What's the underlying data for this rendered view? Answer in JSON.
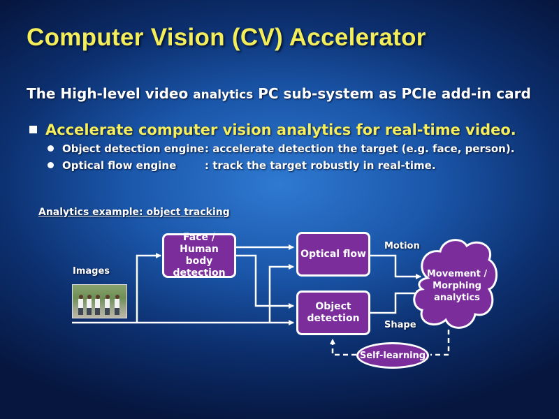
{
  "title": "Computer Vision (CV) Accelerator",
  "subtitle": {
    "part1": "The High-level video ",
    "part2": "analytics",
    "part3": " PC sub-system as PCIe add-in card"
  },
  "bullet_main": "Accelerate computer vision analytics for real-time video.",
  "sub_bullets": [
    {
      "term": "Object detection engine",
      "desc": ": accelerate detection the target  (e.g. face, person)."
    },
    {
      "term": "Optical flow engine",
      "desc": ": track the target robustly in real-time."
    }
  ],
  "example_caption": "Analytics example: object tracking",
  "diagram": {
    "images_label": "Images",
    "face_box": "Face / Human\nbody detection",
    "optical_box": "Optical flow",
    "object_box": "Object\ndetection",
    "motion_label": "Motion",
    "shape_label": "Shape",
    "cloud_label": "Movement /\nMorphing\nanalytics",
    "self_learning": "Self-learning"
  },
  "colors": {
    "title": "#f3ee5a",
    "box_fill": "#7a2d9b",
    "box_border": "#ffffff"
  }
}
